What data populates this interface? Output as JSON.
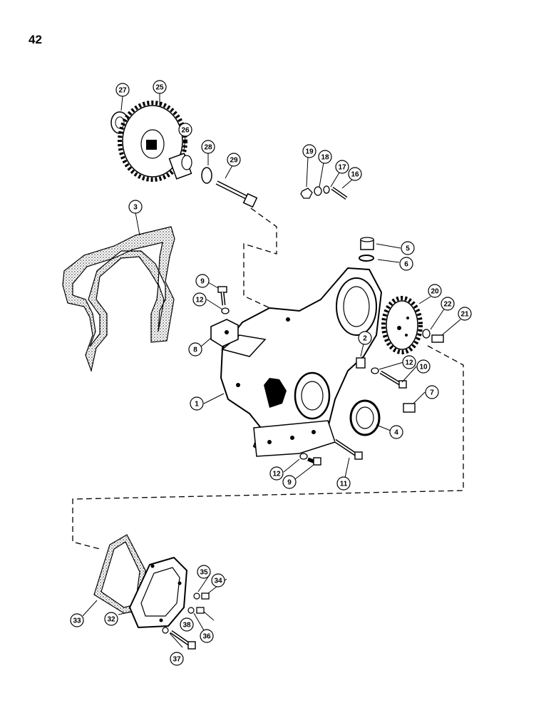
{
  "page_number": "42",
  "callouts": [
    {
      "id": "c1",
      "label": "1"
    },
    {
      "id": "c2",
      "label": "2"
    },
    {
      "id": "c3",
      "label": "3"
    },
    {
      "id": "c4",
      "label": "4"
    },
    {
      "id": "c5",
      "label": "5"
    },
    {
      "id": "c6",
      "label": "6"
    },
    {
      "id": "c7",
      "label": "7"
    },
    {
      "id": "c8",
      "label": "8"
    },
    {
      "id": "c9a",
      "label": "9"
    },
    {
      "id": "c9b",
      "label": "9"
    },
    {
      "id": "c10",
      "label": "10"
    },
    {
      "id": "c11",
      "label": "11"
    },
    {
      "id": "c12a",
      "label": "12"
    },
    {
      "id": "c12b",
      "label": "12"
    },
    {
      "id": "c12c",
      "label": "12"
    },
    {
      "id": "c16",
      "label": "16"
    },
    {
      "id": "c17",
      "label": "17"
    },
    {
      "id": "c18",
      "label": "18"
    },
    {
      "id": "c19",
      "label": "19"
    },
    {
      "id": "c20",
      "label": "20"
    },
    {
      "id": "c21",
      "label": "21"
    },
    {
      "id": "c22",
      "label": "22"
    },
    {
      "id": "c25",
      "label": "25"
    },
    {
      "id": "c26",
      "label": "26"
    },
    {
      "id": "c27",
      "label": "27"
    },
    {
      "id": "c28",
      "label": "28"
    },
    {
      "id": "c29",
      "label": "29"
    },
    {
      "id": "c32",
      "label": "32"
    },
    {
      "id": "c33",
      "label": "33"
    },
    {
      "id": "c34",
      "label": "34"
    },
    {
      "id": "c35",
      "label": "35"
    },
    {
      "id": "c36",
      "label": "36"
    },
    {
      "id": "c37",
      "label": "37"
    },
    {
      "id": "c38",
      "label": "38"
    }
  ]
}
